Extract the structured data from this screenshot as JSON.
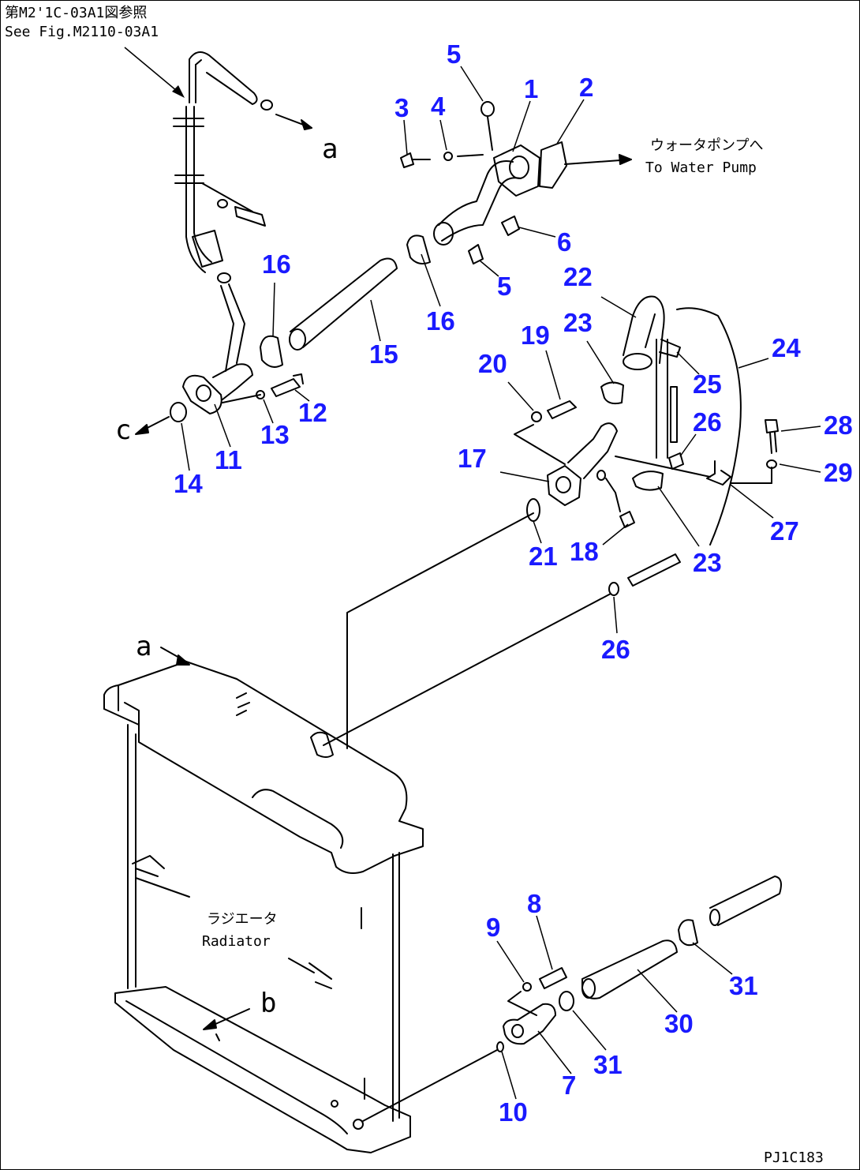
{
  "header_note": {
    "line1": "第M2'1C-03A1図参照",
    "line2": "See Fig.M2110-03A1"
  },
  "to_pump": {
    "jp": "ウォータポンプへ",
    "en": "To Water Pump"
  },
  "radiator": {
    "jp": "ラジエータ",
    "en": "Radiator"
  },
  "figure_code": "PJ1C183",
  "view_letters": [
    "a",
    "a",
    "b",
    "c"
  ],
  "callouts": [
    "1",
    "2",
    "3",
    "4",
    "5",
    "5",
    "6",
    "7",
    "8",
    "9",
    "10",
    "11",
    "12",
    "13",
    "14",
    "15",
    "16",
    "16",
    "17",
    "18",
    "19",
    "20",
    "21",
    "22",
    "23",
    "23",
    "24",
    "25",
    "26",
    "26",
    "27",
    "28",
    "29",
    "30",
    "31",
    "31"
  ]
}
